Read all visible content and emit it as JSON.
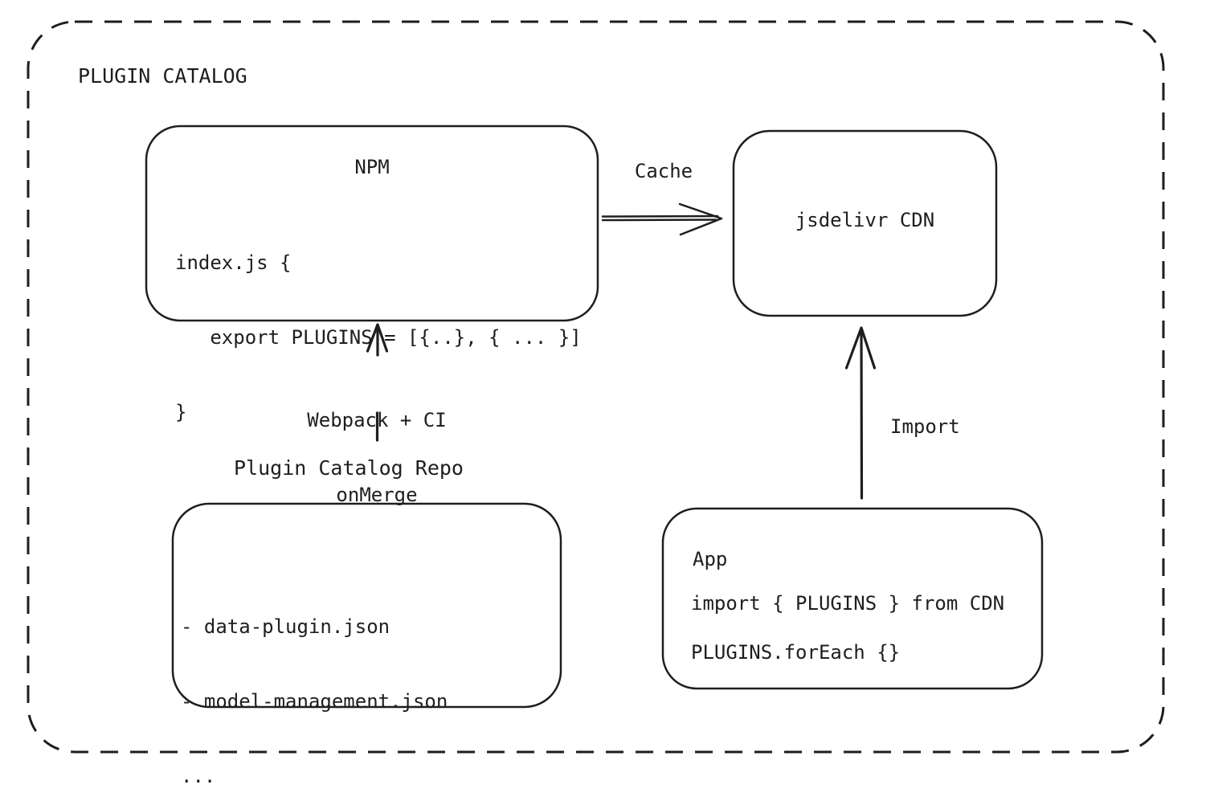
{
  "diagram": {
    "title": "PLUGIN CATALOG",
    "colors": {
      "stroke": "#1e1e1e",
      "background": "#ffffff"
    },
    "nodes": {
      "npm": {
        "title": "NPM",
        "code_lines": [
          "index.js {",
          "   export PLUGINS = [{..}, { ... }]",
          "}"
        ]
      },
      "cdn": {
        "label": "jsdelivr CDN"
      },
      "repo": {
        "label": "Plugin Catalog Repo",
        "items": [
          "- data-plugin.json",
          "- model-management.json",
          "..."
        ]
      },
      "app": {
        "title": "App",
        "code_lines": [
          "import { PLUGINS } from CDN",
          "PLUGINS.forEach {}"
        ]
      }
    },
    "edges": {
      "cache": {
        "label": "Cache"
      },
      "webpack": {
        "label_line1": "Webpack + CI",
        "label_line2": "onMerge"
      },
      "import": {
        "label": "Import"
      }
    }
  }
}
